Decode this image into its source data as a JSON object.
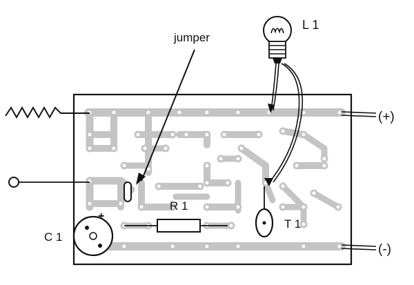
{
  "labels": {
    "jumper": "jumper",
    "lamp": "L 1",
    "resistor": "R 1",
    "capacitor": "C 1",
    "transistor": "T 1",
    "plus_terminal": "(+)",
    "minus_terminal": "(-)",
    "capacitor_polarity": "+"
  },
  "colors": {
    "trace": "#c4c4c4",
    "board_outline": "#111111",
    "wire": "#111111",
    "background": "#ffffff"
  }
}
